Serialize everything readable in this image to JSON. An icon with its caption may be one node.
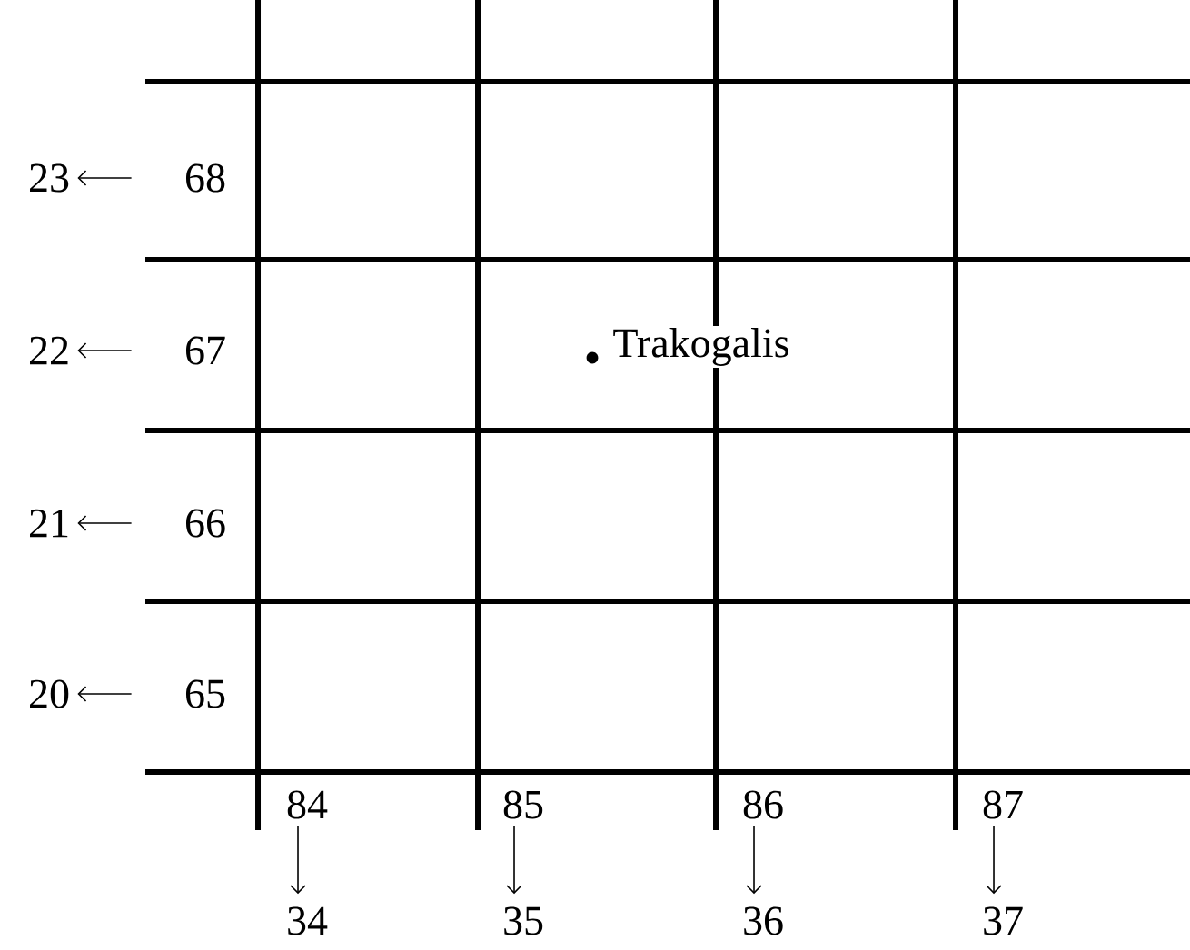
{
  "diagram": {
    "nodes": [
      {
        "text": [
          "23"
        ]
      },
      {
        "text": [
          "68"
        ]
      },
      {
        "text": [
          "22"
        ]
      },
      {
        "text": [
          "67"
        ]
      },
      {
        "text": [
          "21"
        ]
      },
      {
        "text": [
          "66"
        ]
      },
      {
        "text": [
          "20"
        ]
      },
      {
        "text": [
          "65"
        ]
      },
      {
        "text": [
          "84"
        ]
      },
      {
        "text": [
          "85"
        ]
      },
      {
        "text": [
          "86"
        ]
      },
      {
        "text": [
          "87"
        ]
      },
      {
        "text": [
          "34"
        ]
      },
      {
        "text": [
          "35"
        ]
      },
      {
        "text": [
          "36"
        ]
      },
      {
        "text": [
          "37"
        ]
      }
    ],
    "edges": [
      {
        "from": 1,
        "to": 0,
        "arrow": "to"
      },
      {
        "from": 3,
        "to": 2,
        "arrow": "to"
      },
      {
        "from": 5,
        "to": 4,
        "arrow": "to"
      },
      {
        "from": 7,
        "to": 6,
        "arrow": "to"
      },
      {
        "from": 8,
        "to": 12,
        "arrow": "to"
      },
      {
        "from": 9,
        "to": 13,
        "arrow": "to"
      },
      {
        "from": 10,
        "to": 14,
        "arrow": "to"
      },
      {
        "from": 11,
        "to": 15,
        "arrow": "to"
      }
    ],
    "labels": [
      "Trakogalis"
    ]
  }
}
